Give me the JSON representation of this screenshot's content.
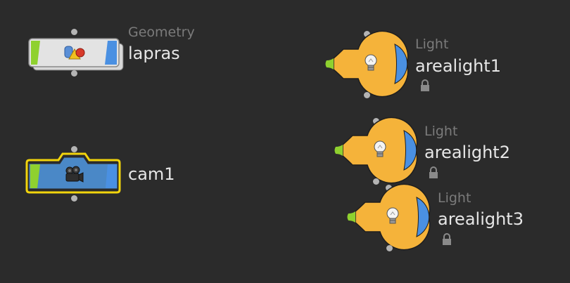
{
  "network": {
    "nodes": [
      {
        "id": "lapras",
        "type_label": "Geometry",
        "name": "lapras",
        "kind": "geometry",
        "icon": "geometry-shapes-icon",
        "selected": false,
        "locked": false
      },
      {
        "id": "cam1",
        "type_label": "",
        "name": "cam1",
        "kind": "camera",
        "icon": "camera-icon",
        "selected": true,
        "locked": false
      },
      {
        "id": "arealight1",
        "type_label": "Light",
        "name": "arealight1",
        "kind": "light",
        "icon": "lightbulb-icon",
        "selected": false,
        "locked": true
      },
      {
        "id": "arealight2",
        "type_label": "Light",
        "name": "arealight2",
        "kind": "light",
        "icon": "lightbulb-icon",
        "selected": false,
        "locked": true
      },
      {
        "id": "arealight3",
        "type_label": "Light",
        "name": "arealight3",
        "kind": "light",
        "icon": "lightbulb-icon",
        "selected": false,
        "locked": true
      }
    ]
  },
  "colors": {
    "background": "#2b2b2b",
    "geometry_body": "#e3e3e3",
    "camera_body": "#4a88c7",
    "light_body": "#f5b33a",
    "display_flag": "#8fd12f",
    "render_flag": "#4a90e2",
    "selection": "#f2d40c",
    "connector": "#b4b4b4"
  }
}
